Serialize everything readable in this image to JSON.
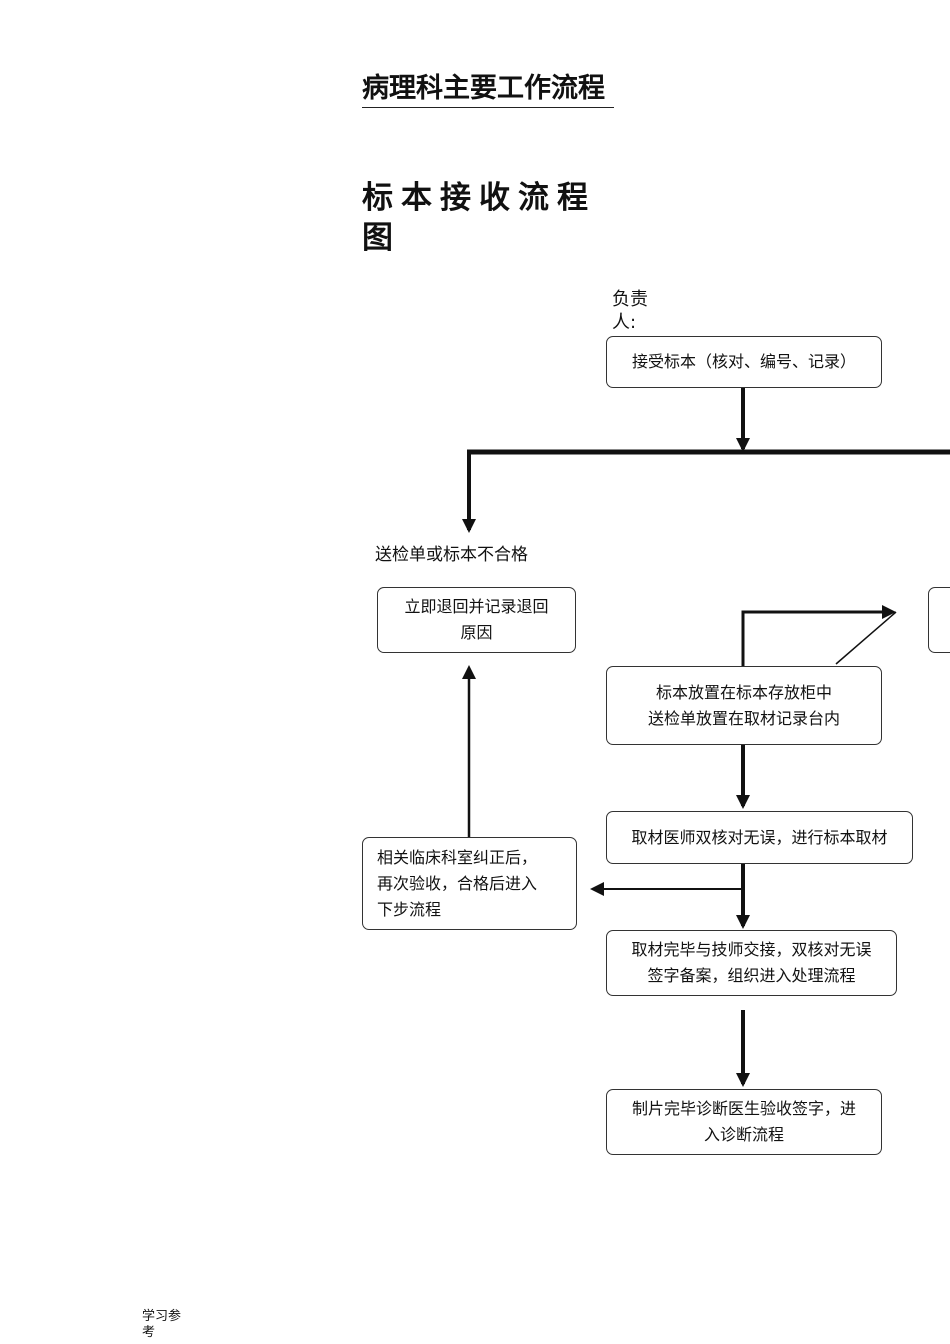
{
  "document": {
    "title": "病理科主要工作流程",
    "section_title": "标本接收流程图",
    "footer": "学习参考"
  },
  "diagram": {
    "responsible_label": "负责人:",
    "reject_condition_label": "送检单或标本不合格",
    "nodes": {
      "receive": "接受标本（核对、编号、记录）",
      "return": "立即退回并记录退回\n原因",
      "store": "标本放置在标本存放柜中\n送检单放置在取材记录台内",
      "grossing": "取材医师双核对无误，进行标本取材",
      "clinic_fix": "相关临床科室纠正后，\n再次验收，合格后进入\n下步流程",
      "handover": "取材完毕与技师交接，双核对无误\n签字备案，组织进入处理流程",
      "diagnosis": "制片完毕诊断医生验收签字，进\n入诊断流程"
    }
  }
}
